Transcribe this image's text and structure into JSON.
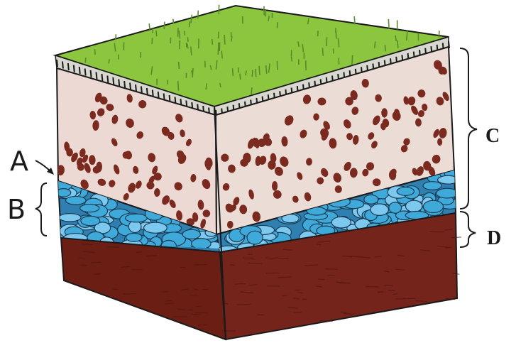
{
  "labels": {
    "a": "A",
    "b": "B",
    "c": "C",
    "d": "D"
  },
  "colors": {
    "grass": "#8cc63f",
    "grass_dark": "#5a8a2a",
    "soil_light": "#ecd9d3",
    "pebble": "#7a2a1e",
    "water": "#3fa9d9",
    "water_light": "#7cc8ee",
    "bedrock": "#6b1f14",
    "outline": "#1a1a1a"
  }
}
